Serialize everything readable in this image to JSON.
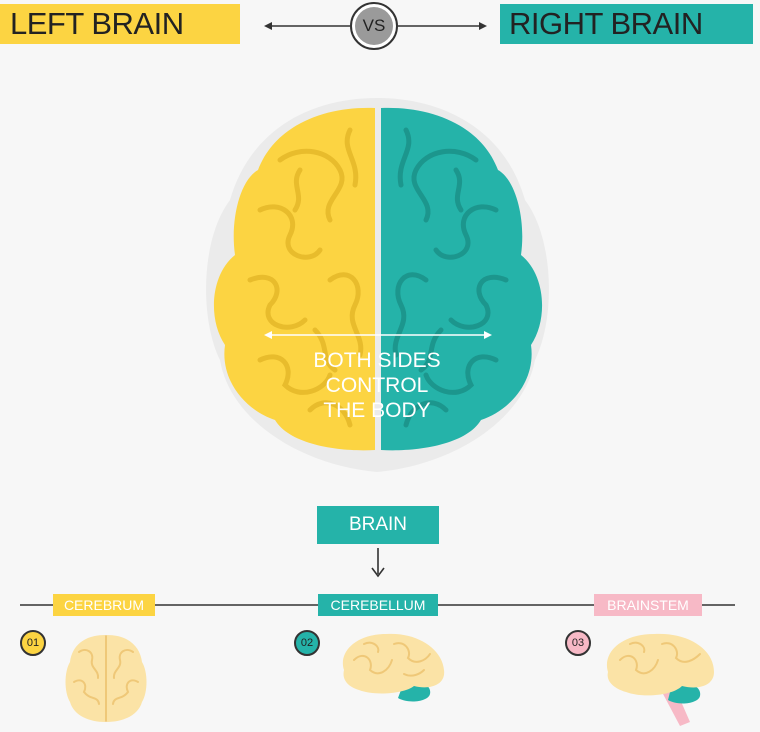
{
  "header": {
    "left_title": "LEFT BRAIN",
    "vs_label": "VS",
    "right_title": "RIGHT BRAIN"
  },
  "center": {
    "line1": "BOTH SIDES",
    "line2": "CONTROL",
    "line3": "THE BODY"
  },
  "brain_box": {
    "label": "BRAIN"
  },
  "parts": [
    {
      "number": "01",
      "label": "CEREBRUM"
    },
    {
      "number": "02",
      "label": "CEREBELLUM"
    },
    {
      "number": "03",
      "label": "BRAINSTEM"
    }
  ],
  "colors": {
    "yellow": "#fcd442",
    "teal": "#25b3a9",
    "pink": "#f7b9c6",
    "background": "#f7f7f7"
  }
}
